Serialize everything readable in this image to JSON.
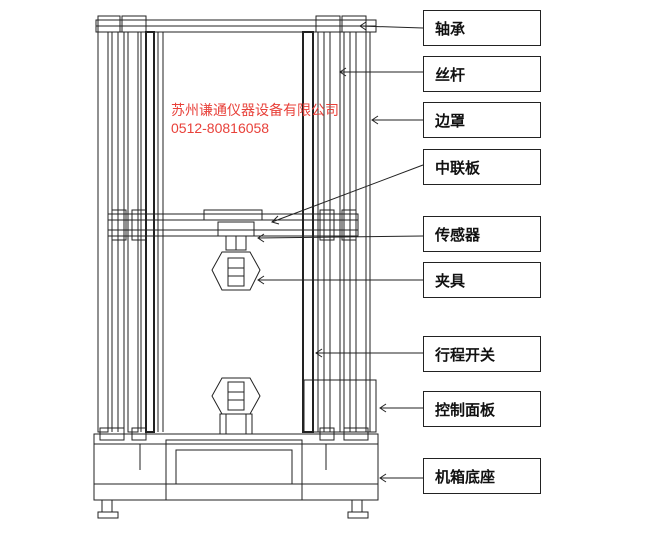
{
  "labels": {
    "bearing": "轴承",
    "lead_screw": "丝杆",
    "side_cover": "边罩",
    "crosshead": "中联板",
    "sensor": "传感器",
    "clamp": "夹具",
    "limit_switch": "行程开关",
    "control_panel": "控制面板",
    "base_cabinet": "机箱底座"
  },
  "watermark": {
    "company": "苏州谦通仪器设备有限公司",
    "phone": "0512-80816058"
  },
  "colors": {
    "line": "#222222",
    "watermark": "#e8413a",
    "background": "#ffffff"
  }
}
